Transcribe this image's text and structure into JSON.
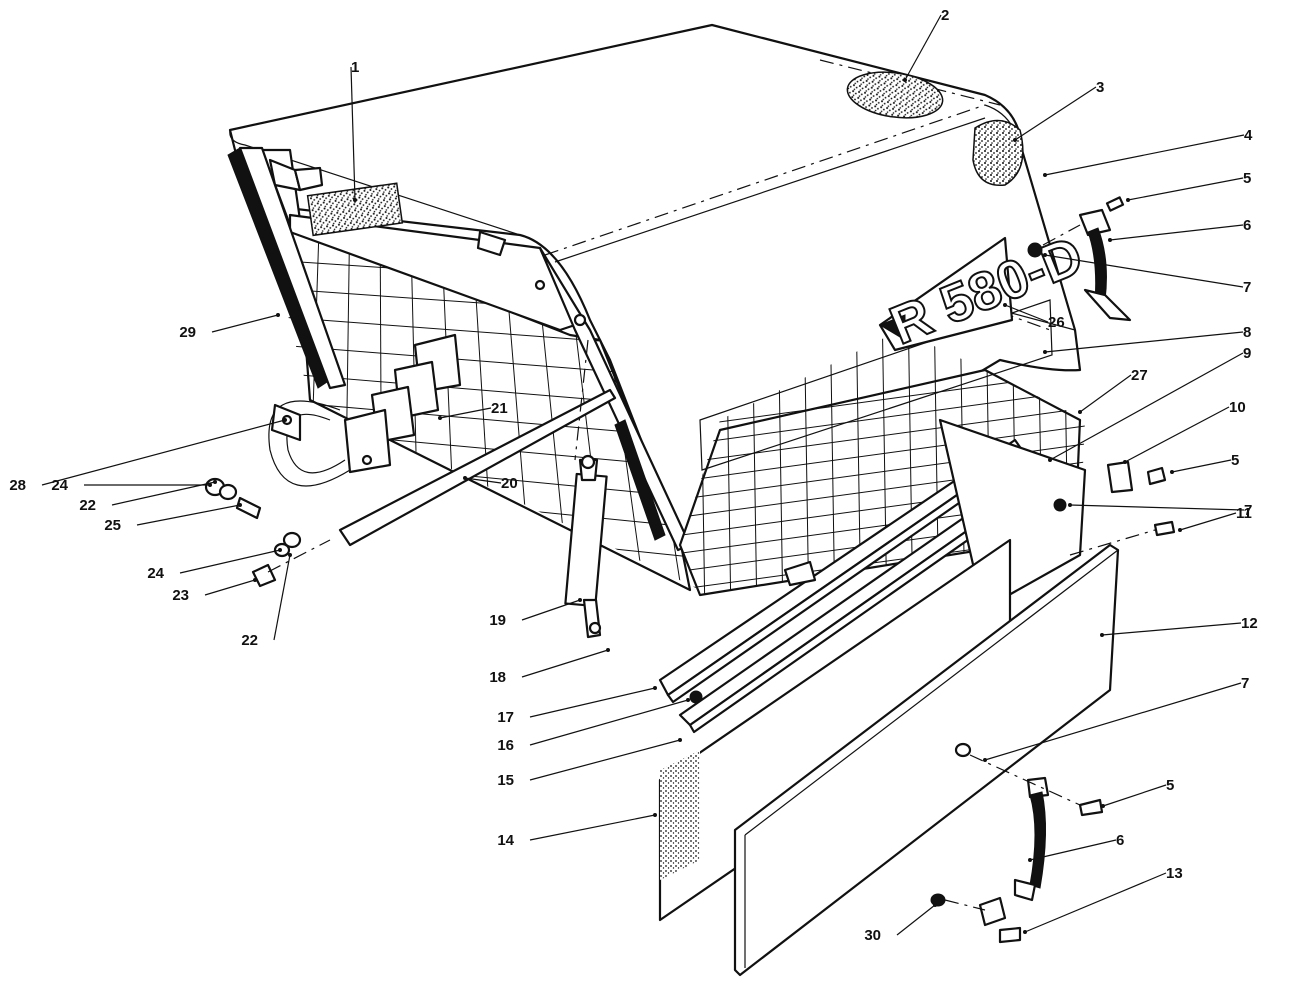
{
  "decal_text": "R 580-D",
  "callouts": [
    {
      "id": "c1",
      "text": "1"
    },
    {
      "id": "c2",
      "text": "2"
    },
    {
      "id": "c3",
      "text": "3"
    },
    {
      "id": "c4",
      "text": "4"
    },
    {
      "id": "c5a",
      "text": "5"
    },
    {
      "id": "c6a",
      "text": "6"
    },
    {
      "id": "c7a",
      "text": "7"
    },
    {
      "id": "c8",
      "text": "8"
    },
    {
      "id": "c9",
      "text": "9"
    },
    {
      "id": "c10",
      "text": "10"
    },
    {
      "id": "c5b",
      "text": "5"
    },
    {
      "id": "c7b",
      "text": "7"
    },
    {
      "id": "c11",
      "text": "11"
    },
    {
      "id": "c12",
      "text": "12"
    },
    {
      "id": "c7c",
      "text": "7"
    },
    {
      "id": "c5c",
      "text": "5"
    },
    {
      "id": "c6b",
      "text": "6"
    },
    {
      "id": "c13",
      "text": "13"
    },
    {
      "id": "c30",
      "text": "30"
    },
    {
      "id": "c14",
      "text": "14"
    },
    {
      "id": "c15",
      "text": "15"
    },
    {
      "id": "c16",
      "text": "16"
    },
    {
      "id": "c17",
      "text": "17"
    },
    {
      "id": "c18",
      "text": "18"
    },
    {
      "id": "c19",
      "text": "19"
    },
    {
      "id": "c20",
      "text": "20"
    },
    {
      "id": "c21",
      "text": "21"
    },
    {
      "id": "c22a",
      "text": "22"
    },
    {
      "id": "c22b",
      "text": "22"
    },
    {
      "id": "c23",
      "text": "23"
    },
    {
      "id": "c24a",
      "text": "24"
    },
    {
      "id": "c24b",
      "text": "24"
    },
    {
      "id": "c25",
      "text": "25"
    },
    {
      "id": "c26",
      "text": "26"
    },
    {
      "id": "c27",
      "text": "27"
    },
    {
      "id": "c28",
      "text": "28"
    },
    {
      "id": "c29",
      "text": "29"
    }
  ]
}
